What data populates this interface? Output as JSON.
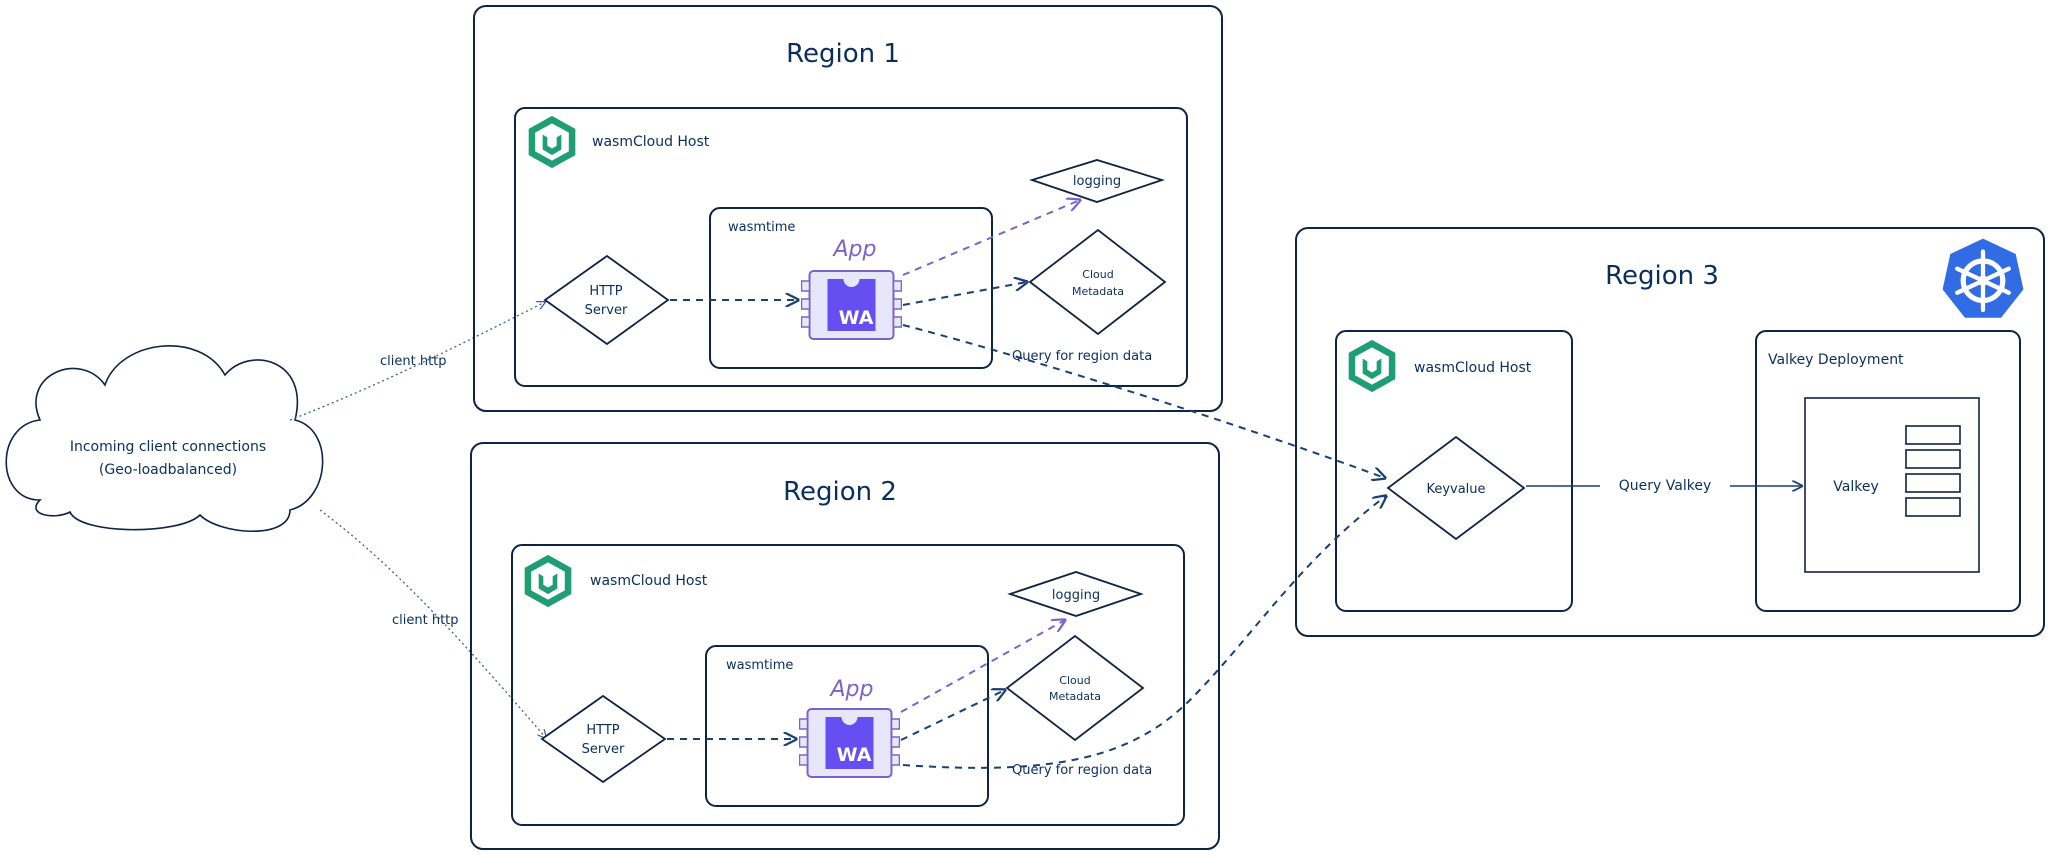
{
  "cloud": {
    "line1": "Incoming client connections",
    "line2": "(Geo-loadbalanced)"
  },
  "edges": {
    "client_http_1": "client http",
    "client_http_2": "client http",
    "query_region_1": "Query for region data",
    "query_region_2": "Query for region data",
    "query_valkey": "Query Valkey"
  },
  "region1": {
    "title": "Region 1",
    "host": "wasmCloud Host",
    "runtime": "wasmtime",
    "app": "App",
    "wa": "WA",
    "http_l1": "HTTP",
    "http_l2": "Server",
    "logging": "logging",
    "cloud_l1": "Cloud",
    "cloud_l2": "Metadata"
  },
  "region2": {
    "title": "Region 2",
    "host": "wasmCloud Host",
    "runtime": "wasmtime",
    "app": "App",
    "wa": "WA",
    "http_l1": "HTTP",
    "http_l2": "Server",
    "logging": "logging",
    "cloud_l1": "Cloud",
    "cloud_l2": "Metadata"
  },
  "region3": {
    "title": "Region 3",
    "host": "wasmCloud Host",
    "keyvalue": "Keyvalue",
    "deployment": "Valkey Deployment",
    "valkey": "Valkey"
  },
  "colors": {
    "navy": "#0f2344",
    "wasmcloud_green": "#1f9e73",
    "webassembly_purple": "#654ff0",
    "kubernetes_blue": "#326ce5"
  }
}
